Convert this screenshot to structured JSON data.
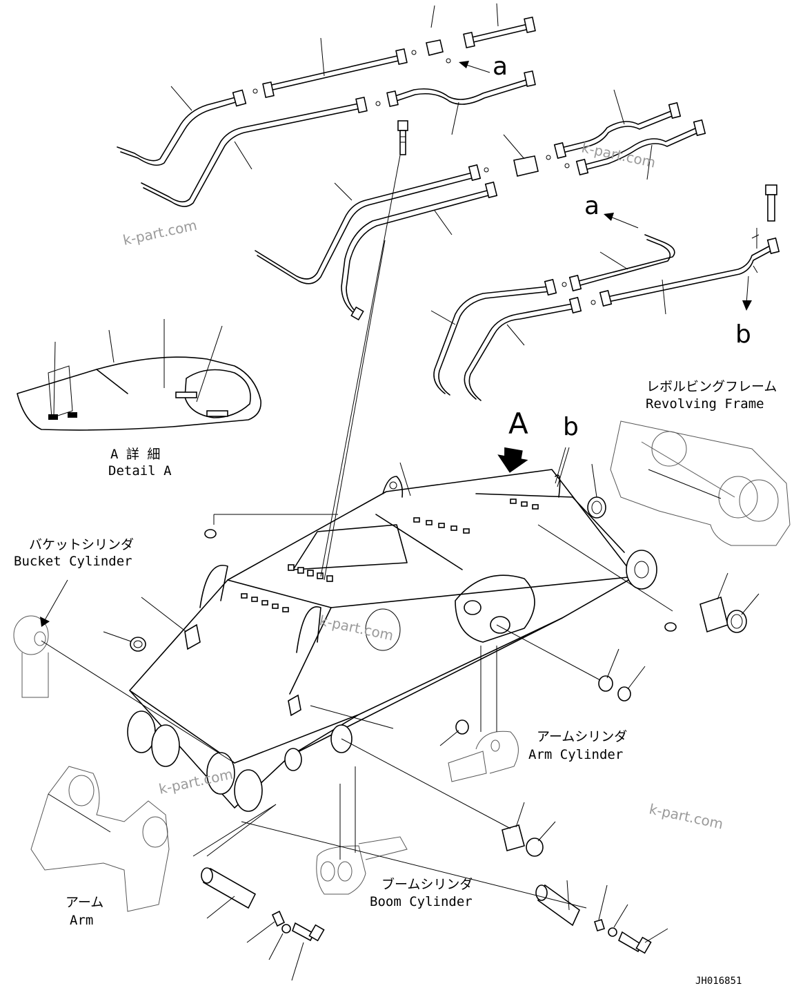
{
  "labels": {
    "detail_a_jp": "A 詳 細",
    "detail_a_en": "Detail A",
    "revolving_frame_jp": "レボルビングフレーム",
    "revolving_frame_en": "Revolving Frame",
    "bucket_cylinder_jp": "バケットシリンダ",
    "bucket_cylinder_en": "Bucket Cylinder",
    "arm_cylinder_jp": "アームシリンダ",
    "arm_cylinder_en": "Arm Cylinder",
    "boom_cylinder_jp": "ブームシリンダ",
    "boom_cylinder_en": "Boom Cylinder",
    "arm_jp": "アーム",
    "arm_en": "Arm"
  },
  "markers": {
    "view_a": "A",
    "ref_b_top": "b",
    "ref_a_top": "a",
    "ref_a_mid": "a",
    "ref_b_right": "b"
  },
  "watermarks": [
    "k-part.com",
    "k-part.com",
    "k-part.com",
    "k-part.com",
    "k-part.com"
  ],
  "drawing_code": "JH016851"
}
